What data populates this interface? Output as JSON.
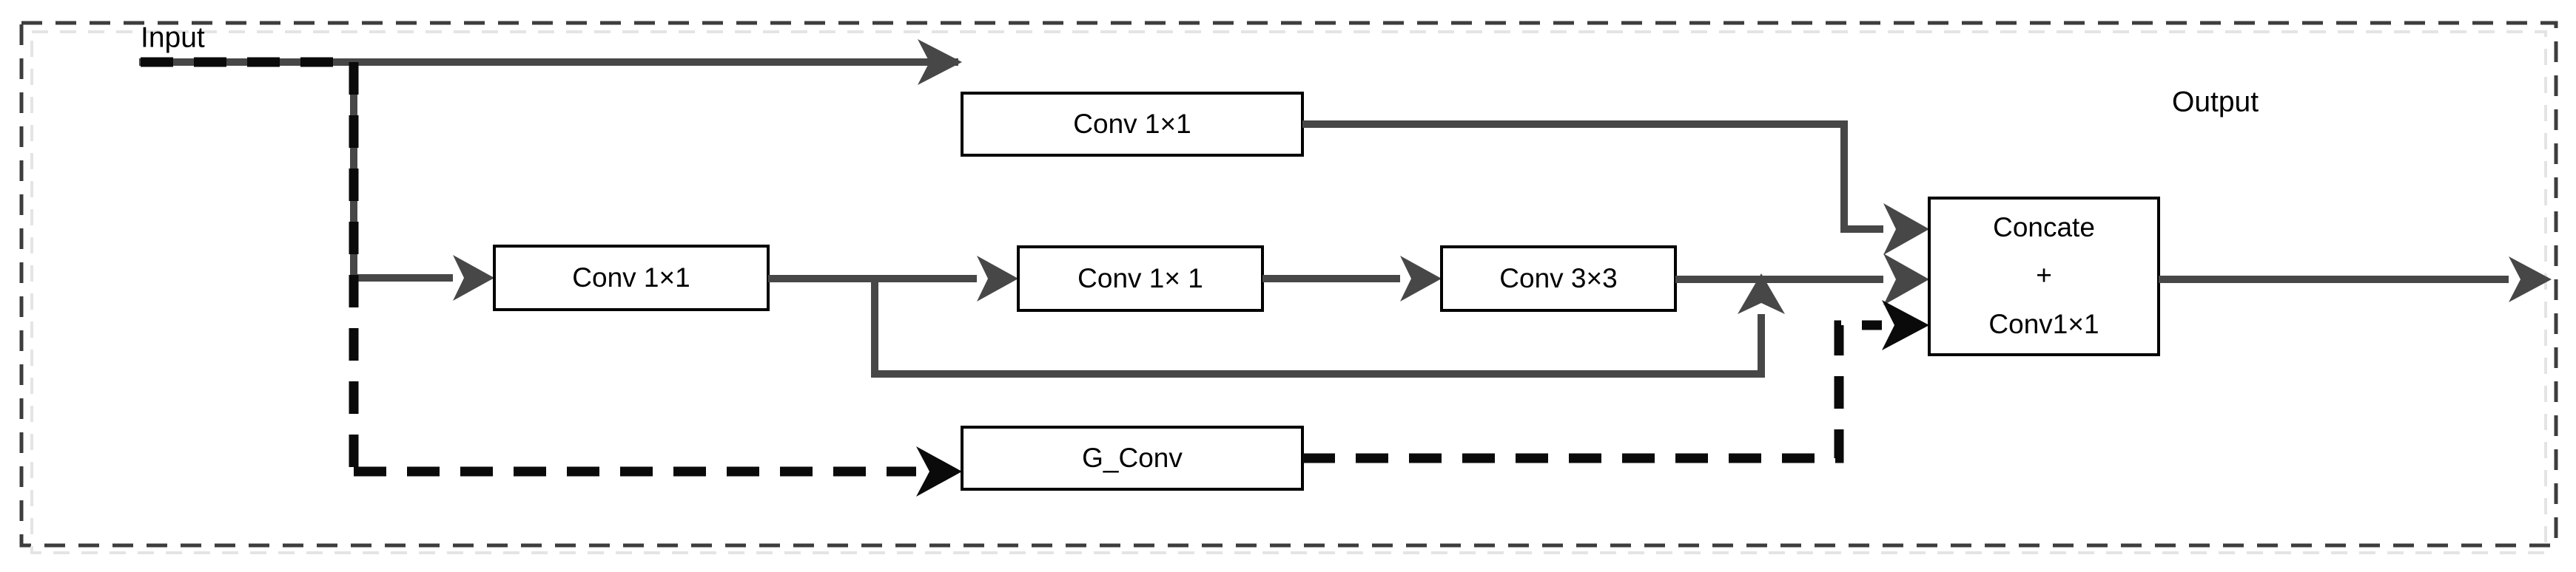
{
  "figure": {
    "kind": "neural-network-block-diagram",
    "io": {
      "input_label": "Input",
      "output_label": "Output"
    },
    "blocks": [
      {
        "id": "conv-top",
        "label": "Conv 1×1"
      },
      {
        "id": "conv-mid-1",
        "label": "Conv 1×1"
      },
      {
        "id": "conv-mid-2",
        "label": "Conv 1× 1"
      },
      {
        "id": "conv-mid-3",
        "label": "Conv 3×3"
      },
      {
        "id": "g-conv",
        "label": "G_Conv"
      },
      {
        "id": "concate",
        "line1": "Concate",
        "line2": "+",
        "line3": "Conv1×1"
      }
    ],
    "colors": {
      "solid_flow": "#474747",
      "dashed_flow": "#0a0a0a",
      "box_stroke": "#000000",
      "box_fill": "#ffffff",
      "outer_border": "#3d3d3d",
      "inner_border": "#e4e4e4",
      "text": "#000000",
      "background": "#ffffff"
    }
  }
}
